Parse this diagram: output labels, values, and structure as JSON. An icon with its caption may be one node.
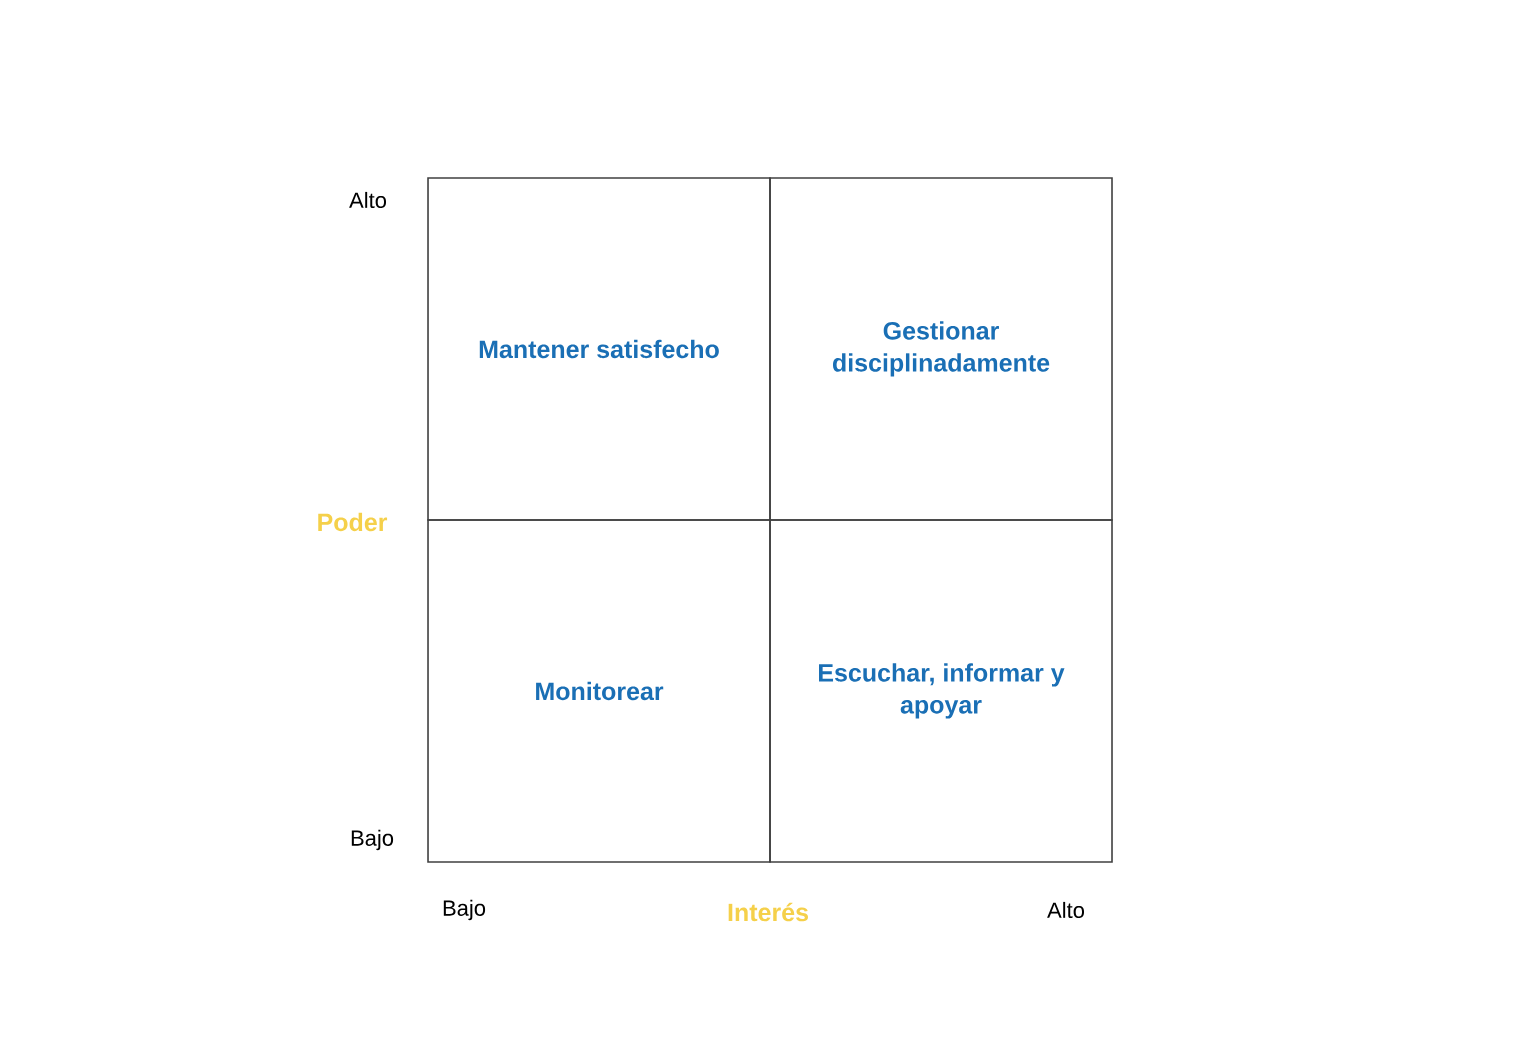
{
  "diagram": {
    "nodes": [
      {
        "text": [
          "Mantener satisfecho"
        ]
      },
      {
        "text": [
          "Gestionar disciplinadamente"
        ]
      },
      {
        "text": [
          "Monitorear"
        ]
      },
      {
        "text": [
          "Escuchar, informar y apoyar"
        ]
      }
    ],
    "labels": [
      "Alto",
      "Poder",
      "Bajo",
      "Bajo",
      "Interés",
      "Alto"
    ]
  }
}
